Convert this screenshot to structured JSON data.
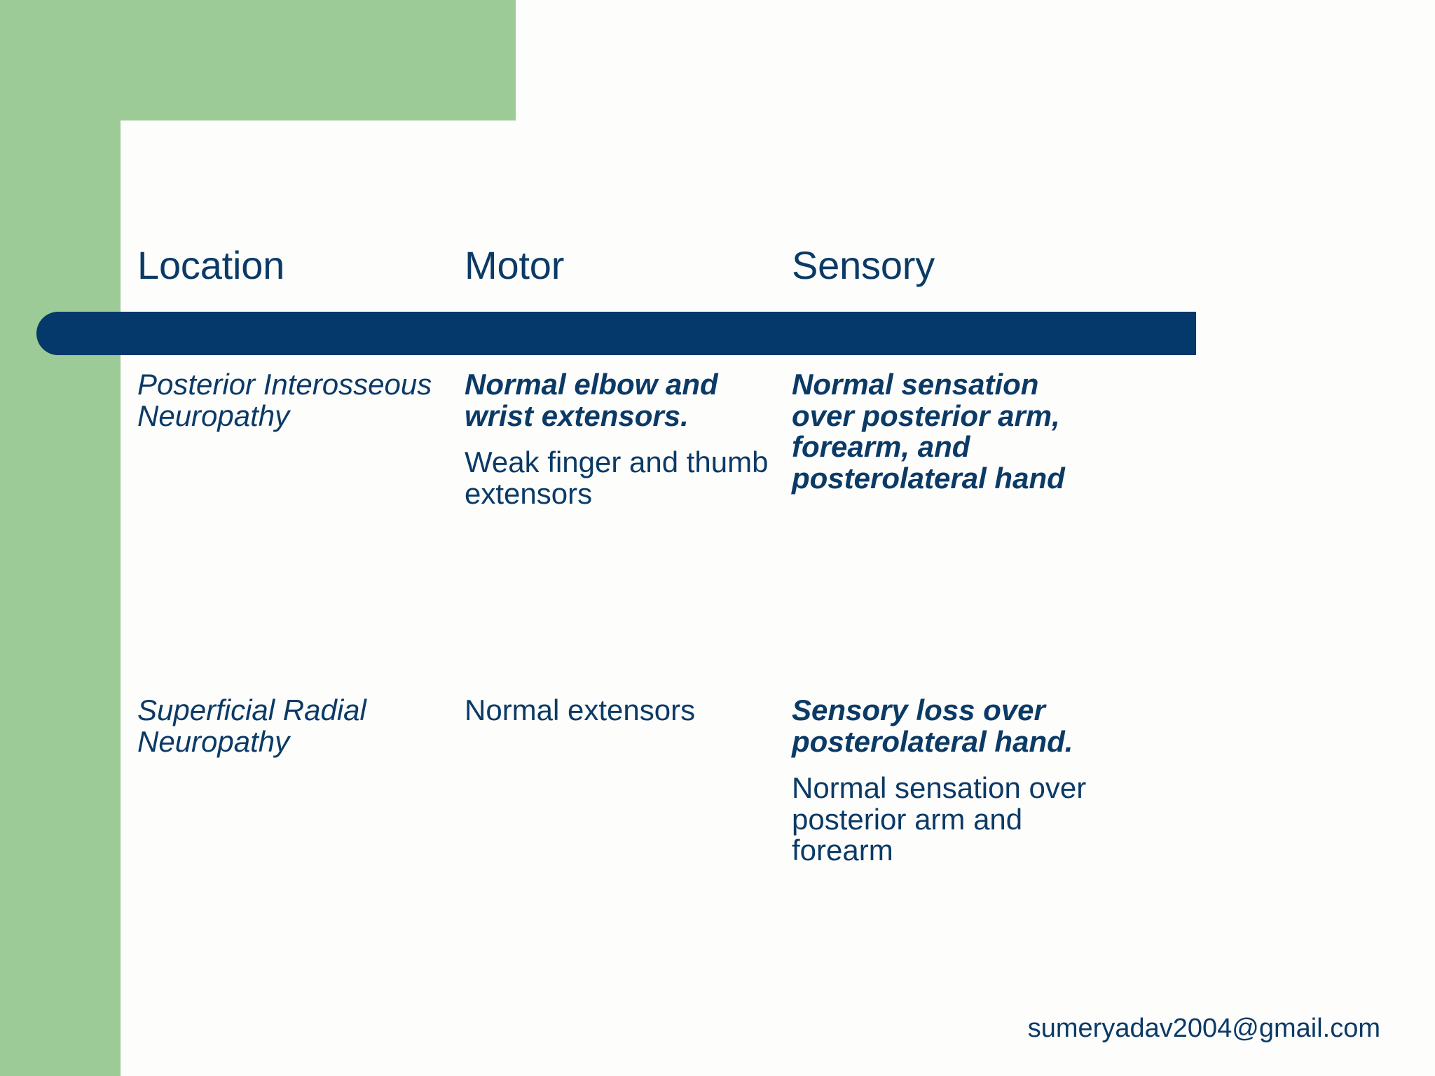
{
  "slide": {
    "type": "table",
    "colors": {
      "accent_green": "#9ccb98",
      "accent_dark_blue": "#05386b",
      "text_blue": "#0b3a66",
      "background": "#fdfdfc"
    }
  },
  "table": {
    "columns": [
      {
        "id": "location",
        "header": "Location"
      },
      {
        "id": "motor",
        "header": "Motor"
      },
      {
        "id": "sensory",
        "header": "Sensory"
      }
    ],
    "rows": [
      {
        "location": "Posterior Interosseous Neuropathy",
        "motor_emphasis": "Normal elbow and wrist extensors.",
        "motor_note": "Weak finger and thumb extensors",
        "sensory_emphasis": "Normal sensation over posterior arm, forearm, and posterolateral hand",
        "sensory_note": ""
      },
      {
        "location": "Superficial Radial Neuropathy",
        "motor_emphasis": "",
        "motor_note": "Normal  extensors",
        "sensory_emphasis": "Sensory loss over posterolateral hand.",
        "sensory_note": "Normal sensation over posterior arm and forearm"
      }
    ]
  },
  "footer": {
    "email": "sumeryadav2004@gmail.com"
  }
}
